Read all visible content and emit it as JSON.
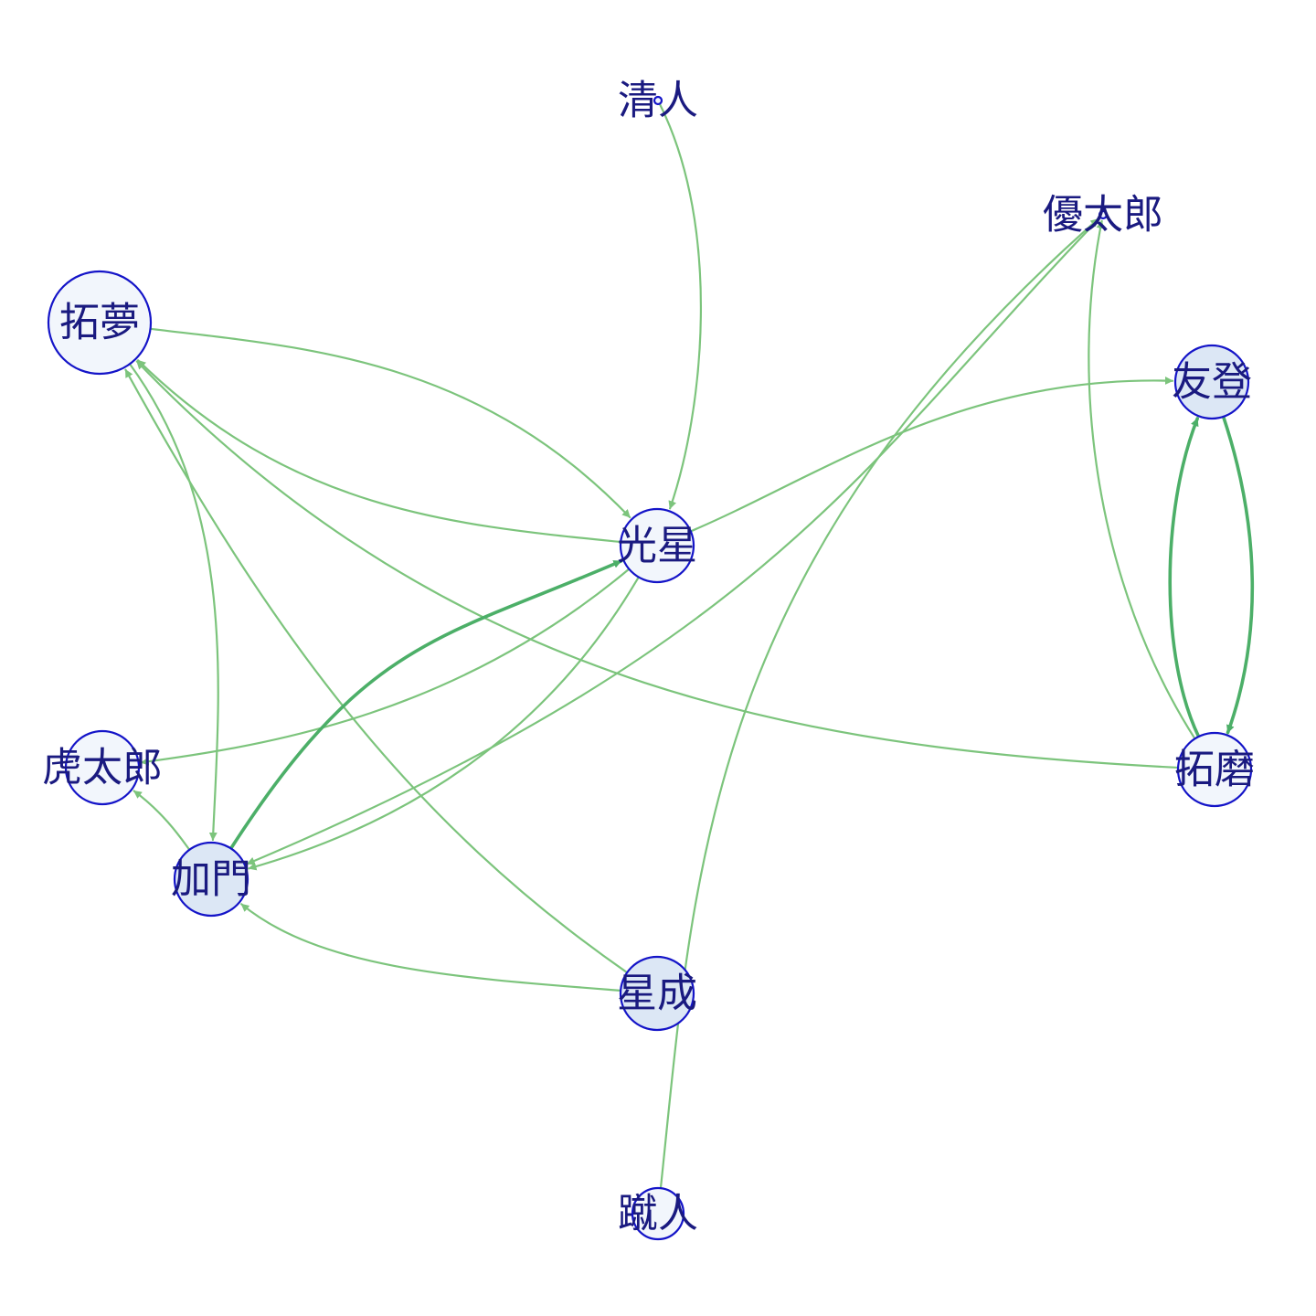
{
  "colors": {
    "edge": "#7cc47c",
    "edge_strong": "#4caf68",
    "node_stroke": "#1414c8",
    "node_fill_light": "#f2f6fc",
    "node_fill_mid": "#dce7f5",
    "label": "#1a1a80"
  },
  "nodes": [
    {
      "id": "seijin",
      "label": "清人",
      "size": "tiny",
      "fill": "light"
    },
    {
      "id": "yutaro",
      "label": "優太郎",
      "size": "tiny",
      "fill": "light"
    },
    {
      "id": "takumu",
      "label": "拓夢",
      "size": "large",
      "fill": "light"
    },
    {
      "id": "yuto",
      "label": "友登",
      "size": "medium",
      "fill": "mid"
    },
    {
      "id": "kosei",
      "label": "光星",
      "size": "medium",
      "fill": "light"
    },
    {
      "id": "kotaro",
      "label": "虎太郎",
      "size": "medium",
      "fill": "light"
    },
    {
      "id": "takuma",
      "label": "拓磨",
      "size": "medium",
      "fill": "light"
    },
    {
      "id": "kamon",
      "label": "加門",
      "size": "medium",
      "fill": "mid"
    },
    {
      "id": "seina",
      "label": "星成",
      "size": "medium",
      "fill": "mid"
    },
    {
      "id": "shuto",
      "label": "蹴人",
      "size": "small",
      "fill": "light"
    }
  ],
  "edges": [
    {
      "from": "seijin",
      "to": "kosei",
      "weight": 1
    },
    {
      "from": "takumu",
      "to": "kosei",
      "weight": 1
    },
    {
      "from": "kosei",
      "to": "takumu",
      "weight": 1
    },
    {
      "from": "takumu",
      "to": "kamon",
      "weight": 1
    },
    {
      "from": "seina",
      "to": "takumu",
      "weight": 1
    },
    {
      "from": "takuma",
      "to": "takumu",
      "weight": 1
    },
    {
      "from": "kosei",
      "to": "yuto",
      "weight": 1
    },
    {
      "from": "kosei",
      "to": "kotaro",
      "weight": 1
    },
    {
      "from": "kosei",
      "to": "kamon",
      "weight": 1
    },
    {
      "from": "kamon",
      "to": "kosei",
      "weight": 2
    },
    {
      "from": "kamon",
      "to": "kotaro",
      "weight": 1
    },
    {
      "from": "seina",
      "to": "kamon",
      "weight": 1
    },
    {
      "from": "yutaro",
      "to": "kamon",
      "weight": 1
    },
    {
      "from": "shuto",
      "to": "yutaro",
      "weight": 1
    },
    {
      "from": "takuma",
      "to": "yutaro",
      "weight": 1
    },
    {
      "from": "yuto",
      "to": "takuma",
      "weight": 2
    },
    {
      "from": "takuma",
      "to": "yuto",
      "weight": 2
    }
  ]
}
